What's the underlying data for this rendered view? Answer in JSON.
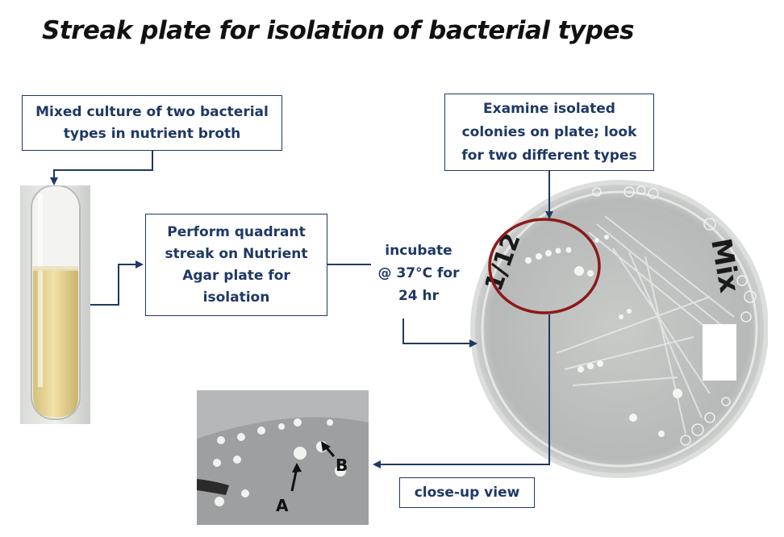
{
  "title": "Streak plate for isolation of bacterial types",
  "boxes": {
    "mixed_culture": [
      "Mixed culture of two bacterial",
      "types in nutrient broth"
    ],
    "streak": [
      "Perform quadrant",
      "streak on Nutrient",
      "Agar plate for",
      "isolation"
    ],
    "examine": [
      "Examine isolated",
      "colonies on plate; look",
      "for two different types"
    ],
    "closeup": "close-up view"
  },
  "incubate": [
    "incubate",
    "@ 37°C for",
    "24 hr"
  ],
  "plate_labels": {
    "left": "1/12",
    "right": "Mix"
  },
  "closeup_labels": {
    "a": "A",
    "b": "B"
  },
  "colors": {
    "box_border": "#1f3864",
    "text": "#1f3864",
    "connector": "#1f3864",
    "circle": "#8b1a1a"
  }
}
